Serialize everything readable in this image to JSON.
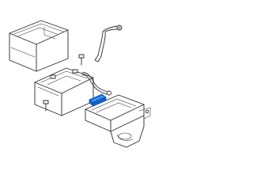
{
  "diagram": {
    "parts": [
      {
        "name": "battery-cover"
      },
      {
        "name": "negative-cable"
      },
      {
        "name": "battery"
      },
      {
        "name": "positive-cable"
      },
      {
        "name": "battery-tray"
      },
      {
        "name": "hold-down-clamp",
        "highlighted": true
      }
    ]
  },
  "colors": {
    "line": "#2a2a2a",
    "highlight": "#1a73e8"
  }
}
